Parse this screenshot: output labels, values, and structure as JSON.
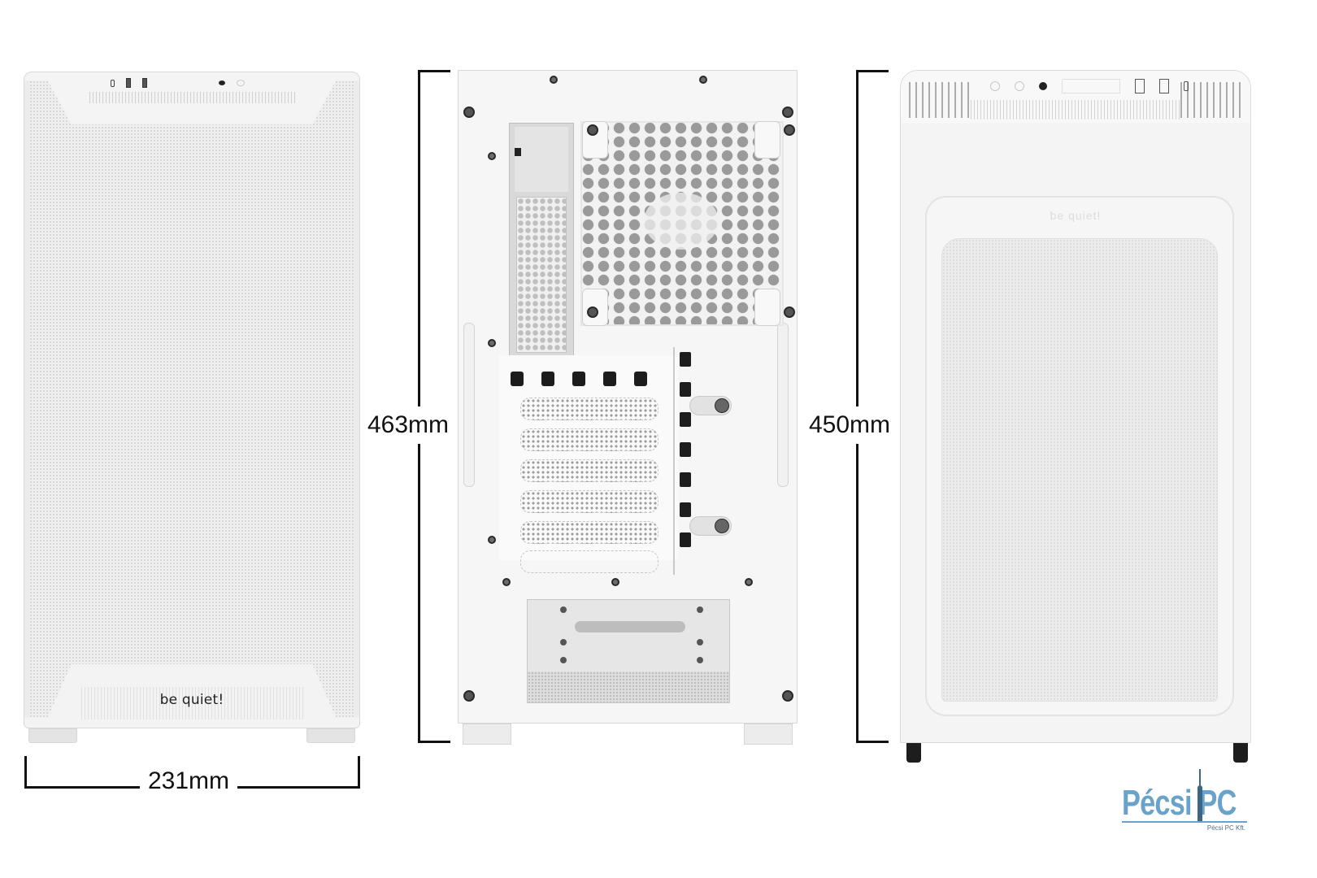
{
  "dimensions": {
    "width": {
      "label": "231mm",
      "value": 231,
      "unit": "mm"
    },
    "height_total": {
      "label": "463mm",
      "value": 463,
      "unit": "mm"
    },
    "depth_body": {
      "label": "450mm",
      "value": 450,
      "unit": "mm"
    }
  },
  "views": {
    "front": {
      "brand_text": "be quiet!"
    },
    "rear": {},
    "side": {
      "logo_text": "be quiet!"
    }
  },
  "watermark": {
    "text": "Pécsi PC",
    "subtext": "Pécsi PC Kft.",
    "color": "#6aa3c9",
    "tower_color": "#3d6685"
  },
  "colors": {
    "background": "#ffffff",
    "dimension_lines": "#111111",
    "case_body": "#f4f4f4"
  }
}
